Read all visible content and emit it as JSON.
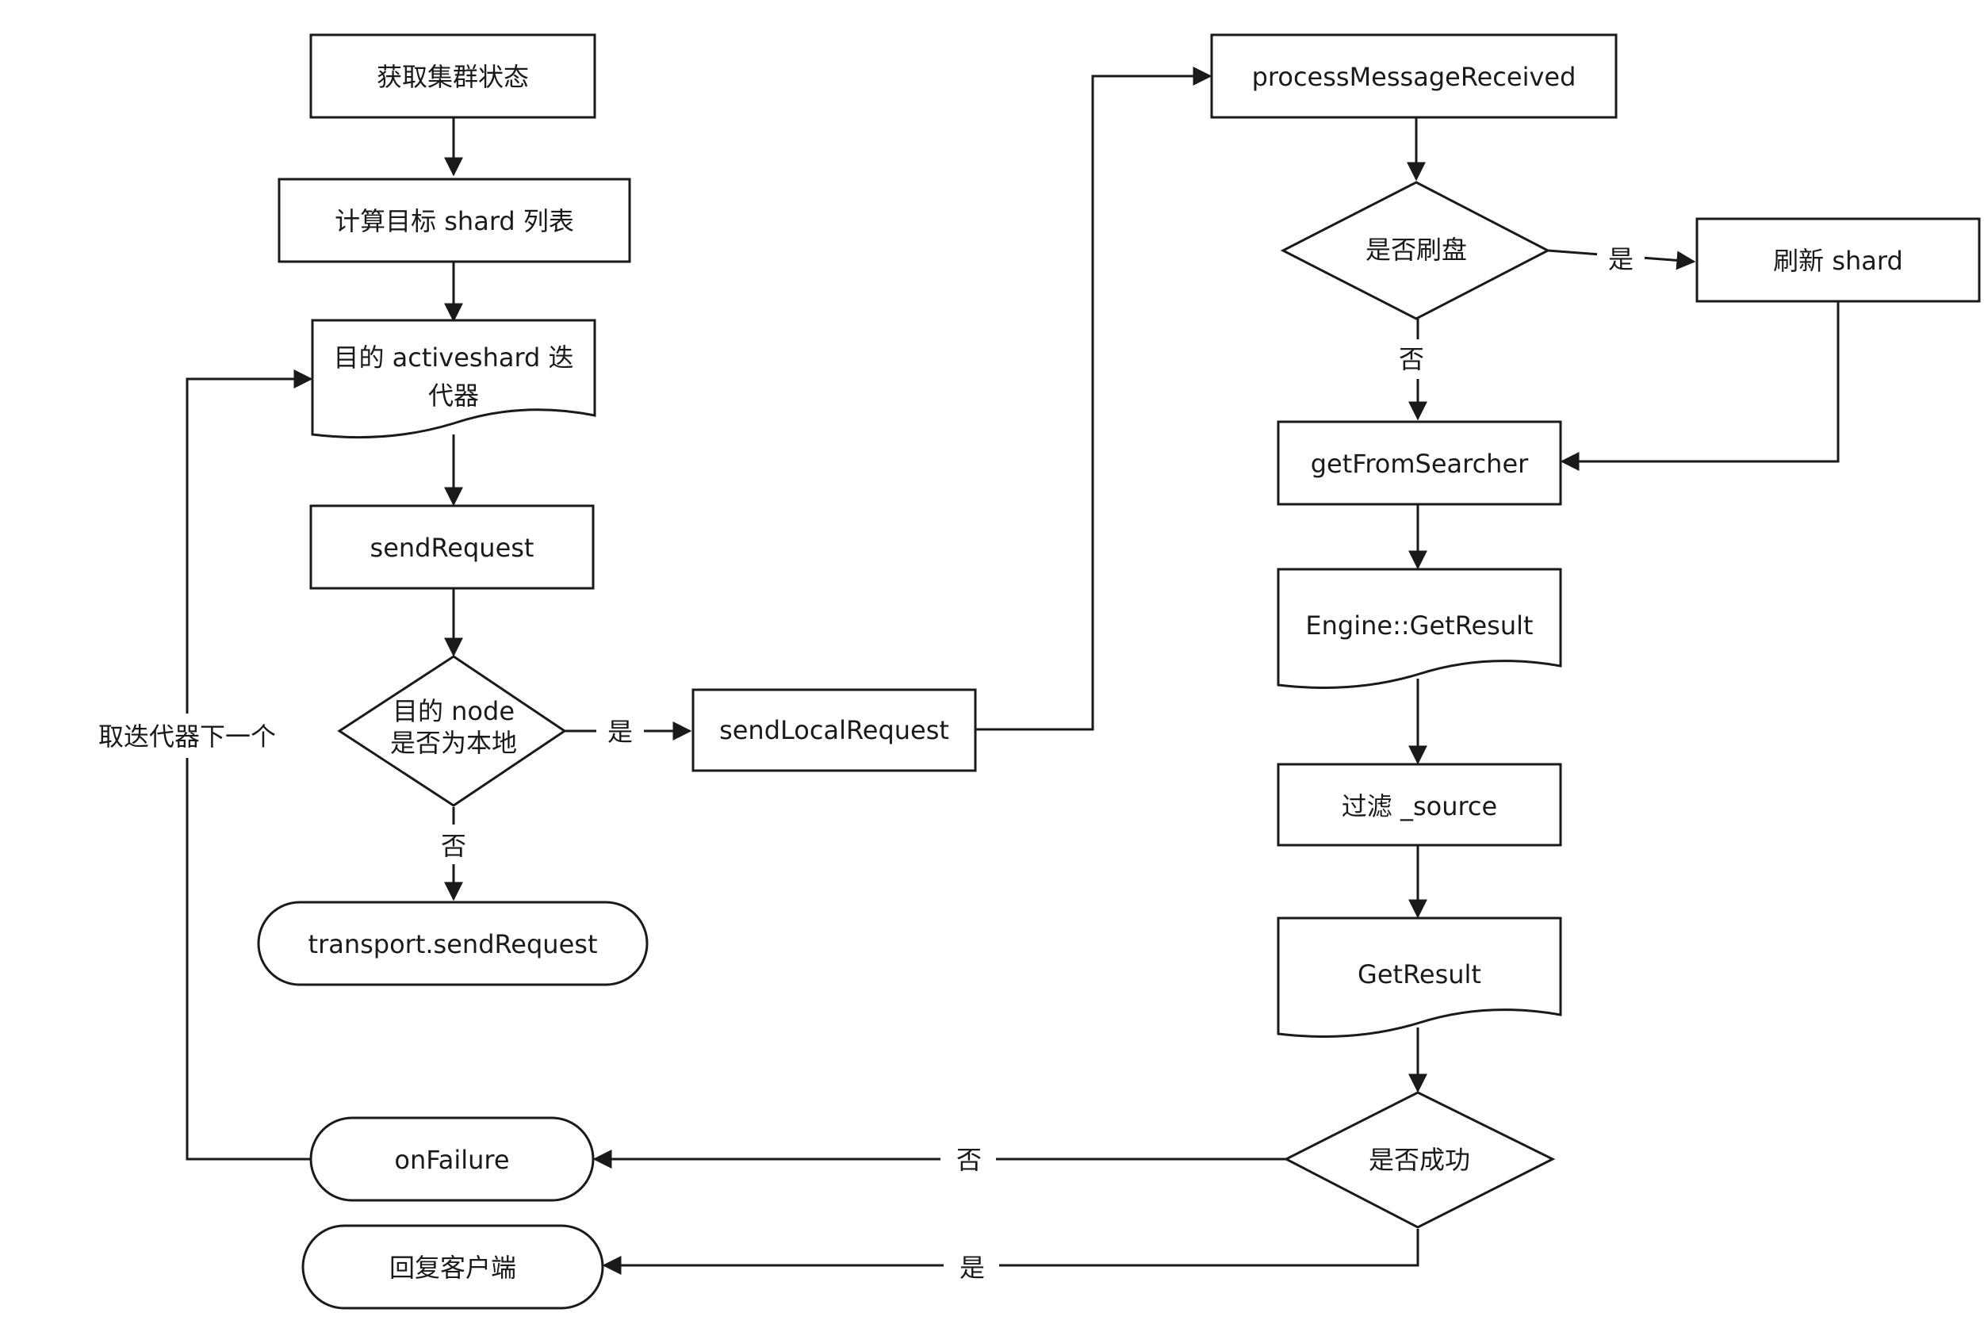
{
  "nodes": {
    "get_cluster_state": "获取集群状态",
    "compute_shard_list": "计算目标 shard 列表",
    "active_shard_iter_line1": "目的  activeshard 迭",
    "active_shard_iter_line2": "代器",
    "send_request": "sendRequest",
    "is_local_line1": "目的 node",
    "is_local_line2": "是否为本地",
    "transport_send_request": "transport.sendRequest",
    "send_local_request": "sendLocalRequest",
    "process_message_received": "processMessageReceived",
    "is_flush": "是否刷盘",
    "refresh_shard": "刷新 shard",
    "get_from_searcher": "getFromSearcher",
    "engine_get_result": "Engine::GetResult",
    "filter_source": "过滤 _source",
    "get_result": "GetResult",
    "is_success": "是否成功",
    "on_failure": "onFailure",
    "reply_client": "回复客户端"
  },
  "edges": {
    "is_local_yes": "是",
    "is_local_no": "否",
    "is_flush_yes": "是",
    "is_flush_no": "否",
    "is_success_no": "否",
    "is_success_yes": "是",
    "next_iterator": "取迭代器下一个"
  },
  "colors": {
    "stroke": "#1a1a1a",
    "fill": "#ffffff"
  }
}
